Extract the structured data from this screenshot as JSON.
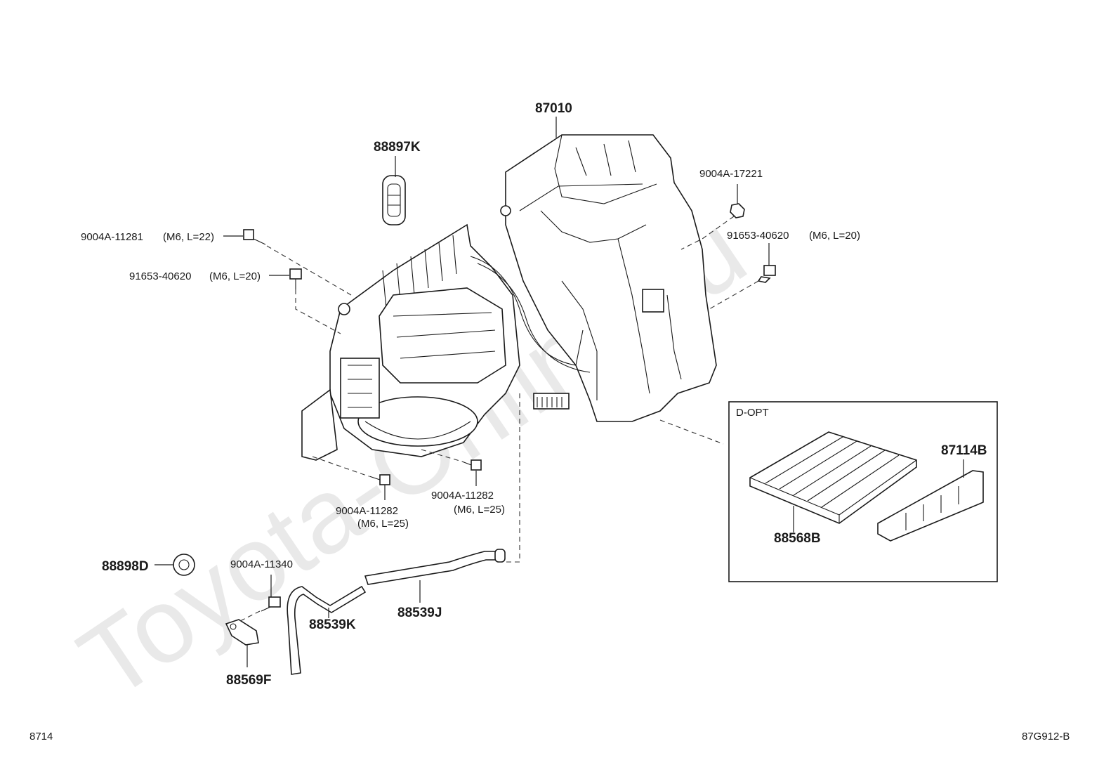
{
  "watermark": "Toyota-Online.ru",
  "labels": {
    "l87010": "87010",
    "l88897K": "88897K",
    "l9004A_17221": "9004A-17221",
    "l91653_40620_r": "91653-40620",
    "l91653_40620_r_note": "(M6, L=20)",
    "l9004A_11281": "9004A-11281",
    "l9004A_11281_note": "(M6, L=22)",
    "l91653_40620_l": "91653-40620",
    "l91653_40620_l_note": "(M6, L=20)",
    "l9004A_11282_a": "9004A-11282",
    "l9004A_11282_a_note": "(M6, L=25)",
    "l9004A_11282_b": "9004A-11282",
    "l9004A_11282_b_note": "(M6, L=25)",
    "l88898D": "88898D",
    "l9004A_11340": "9004A-11340",
    "l88539K": "88539K",
    "l88539J": "88539J",
    "l88569F": "88569F",
    "l88568B": "88568B",
    "l87114B": "87114B",
    "dopt": "D-OPT"
  },
  "footer": {
    "left": "8714",
    "right": "87G912-B"
  }
}
